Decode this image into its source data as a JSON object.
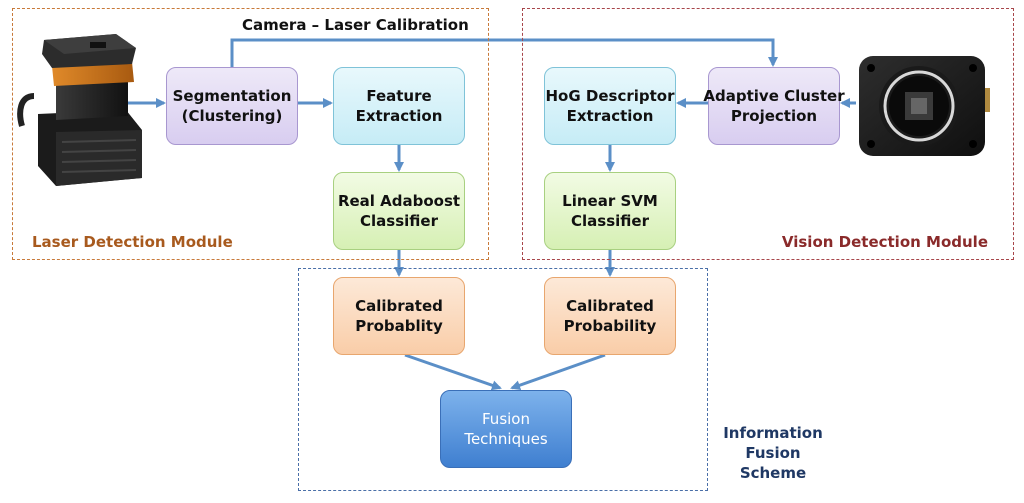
{
  "diagram": {
    "calibration_title": "Camera – Laser Calibration",
    "modules": {
      "laser": {
        "label": "Laser Detection Module"
      },
      "vision": {
        "label": "Vision Detection Module"
      },
      "fusion": {
        "label_lines": [
          "Information",
          "Fusion",
          "Scheme"
        ]
      }
    },
    "nodes": {
      "segmentation": {
        "lines": [
          "Segmentation",
          "(Clustering)"
        ]
      },
      "feature_extraction": {
        "lines": [
          "Feature",
          "Extraction"
        ]
      },
      "adaboost": {
        "lines": [
          "Real Adaboost",
          "Classifier"
        ]
      },
      "hog": {
        "lines": [
          "HoG Descriptor",
          "Extraction"
        ]
      },
      "adaptive_cluster": {
        "lines": [
          "Adaptive Cluster",
          "Projection"
        ]
      },
      "svm": {
        "lines": [
          "Linear SVM",
          "Classifier"
        ]
      },
      "calib_laser": {
        "lines": [
          "Calibrated",
          "Probablity"
        ]
      },
      "calib_vision": {
        "lines": [
          "Calibrated",
          "Probability"
        ]
      },
      "fusion": {
        "lines": [
          "Fusion",
          "Techniques"
        ]
      }
    },
    "devices": {
      "laser": "laser-scanner",
      "camera": "camera"
    },
    "colors": {
      "arrow": "#5b8fc7",
      "laser_border": "#c87a3a",
      "vision_border": "#a8464a",
      "fusion_border": "#4a6fa8"
    }
  }
}
